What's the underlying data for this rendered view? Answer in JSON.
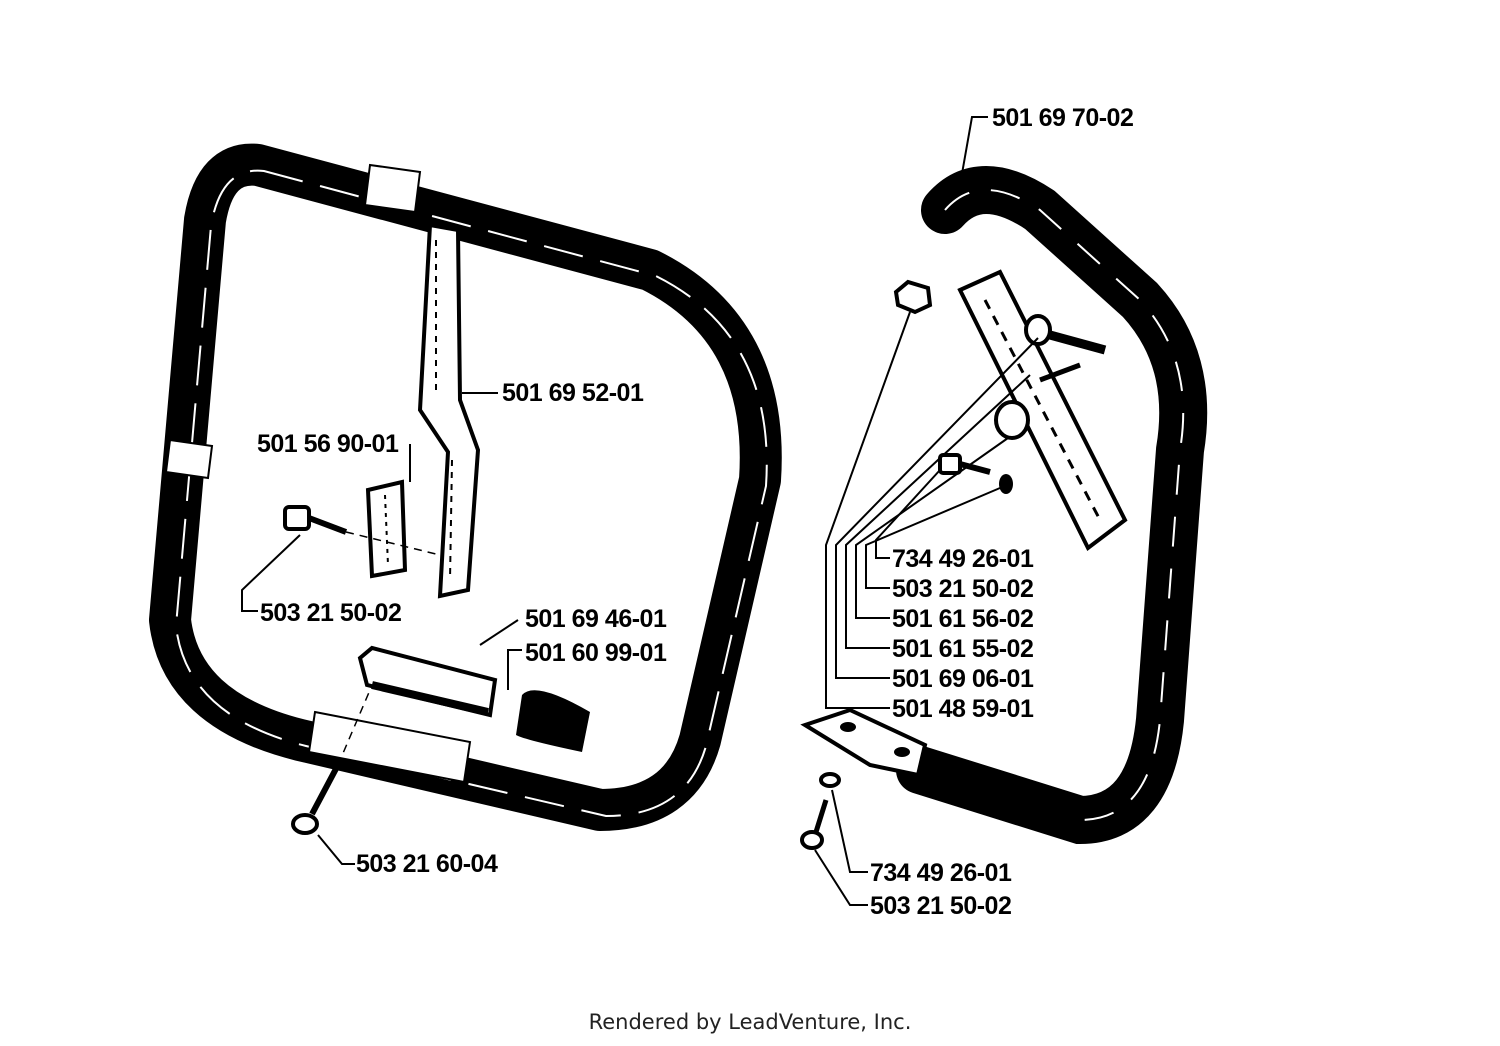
{
  "parts": {
    "p_501_69_70_02": "501 69 70-02",
    "p_501_69_52_01": "501 69 52-01",
    "p_501_56_90_01": "501 56 90-01",
    "p_503_21_50_02_left": "503 21 50-02",
    "p_501_69_46_01": "501 69 46-01",
    "p_501_60_99_01": "501 60 99-01",
    "p_503_21_60_04": "503 21 60-04",
    "p_734_49_26_01_a": "734 49 26-01",
    "p_503_21_50_02_a": "503 21 50-02",
    "p_501_61_56_02": "501 61 56-02",
    "p_501_61_55_02": "501 61 55-02",
    "p_501_69_06_01": "501 69 06-01",
    "p_501_48_59_01": "501 48 59-01",
    "p_734_49_26_01_b": "734 49 26-01",
    "p_503_21_50_02_b": "503 21 50-02"
  },
  "footer": {
    "text": "Rendered by LeadVenture, Inc."
  }
}
